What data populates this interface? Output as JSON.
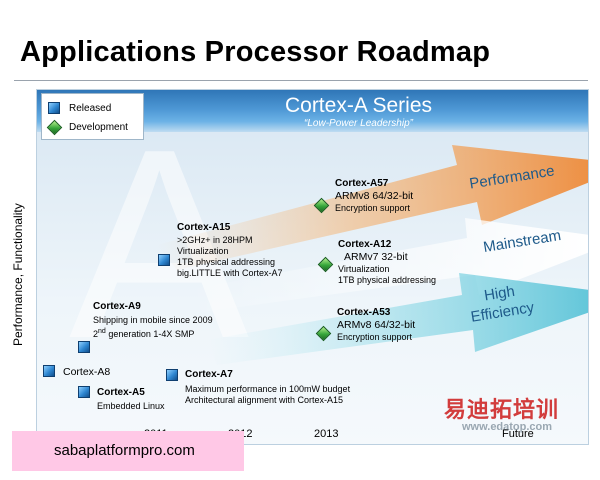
{
  "title": "Applications Processor Roadmap",
  "y_axis_label": "Performance, Functionality",
  "series_title": "Cortex-A Series",
  "series_subtitle": "“Low-Power Leadership”",
  "big_letter": "A",
  "legend": {
    "released": "Released",
    "development": "Development"
  },
  "arrows": [
    {
      "label": "Performance",
      "color": "#f2a055"
    },
    {
      "label": "Mainstream",
      "color": "#ffffff"
    },
    {
      "label_line1": "High",
      "label_line2": "Efficiency",
      "color": "#8fd9e6"
    }
  ],
  "nodes": {
    "a8": {
      "name": "Cortex-A8",
      "status": "released"
    },
    "a5": {
      "name": "Cortex-A5",
      "line1": "Embedded  Linux",
      "status": "released"
    },
    "a9": {
      "name": "Cortex-A9",
      "line1": "Shipping in mobile since 2009",
      "line2_sup": "nd",
      "line2_pre": "2",
      "line2_post": " generation 1-4X SMP",
      "status": "released"
    },
    "a7": {
      "name": "Cortex-A7",
      "line1": "Maximum performance in 100mW budget",
      "line2": "Architectural alignment with Cortex-A15",
      "status": "released"
    },
    "a15": {
      "name": "Cortex-A15",
      "line1": ">2GHz+ in 28HPM",
      "line2": "Virtualization",
      "line3": "1TB physical addressing",
      "line4": "big.LITTLE with Cortex-A7",
      "status": "released"
    },
    "a57": {
      "name": "Cortex-A57",
      "line1": "ARMv8 64/32-bit",
      "line2": "Encryption support",
      "status": "development"
    },
    "a12": {
      "name": "Cortex-A12",
      "line1": "ARMv7 32-bit",
      "line2": "Virtualization",
      "line3": "1TB physical addressing",
      "status": "development"
    },
    "a53": {
      "name": "Cortex-A53",
      "line1": "ARMv8 64/32-bit",
      "line2": "Encryption support",
      "status": "development"
    }
  },
  "x_ticks": [
    "2011",
    "2012",
    "2013",
    "Future"
  ],
  "watermark_cn": "易迪拓培训",
  "watermark_url": "www.edatop.com",
  "overlay_text": "sabaplatformpro.com",
  "colors": {
    "header_blue": "#2f76b7",
    "released_blue": "#2e86d1",
    "development_green": "#37a63a",
    "overlay_pink": "#ffc8e6"
  }
}
